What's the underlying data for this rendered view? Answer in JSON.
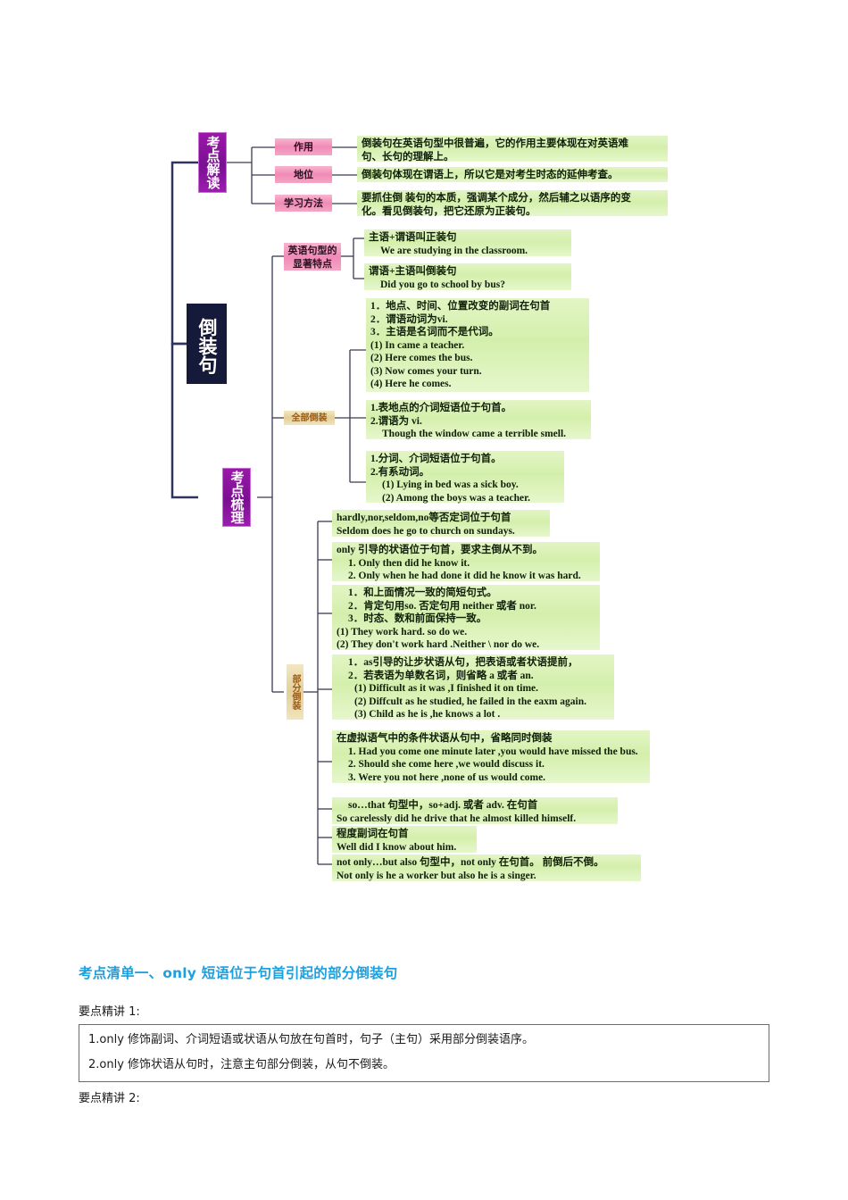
{
  "mindmap": {
    "root": {
      "label": "倒装句"
    },
    "branches": [
      {
        "id": "kaodian-jiedu",
        "label": "考点解读"
      },
      {
        "id": "kaodian-shuli",
        "label": "考点梳理"
      }
    ],
    "labels": {
      "zuoyong": "作用",
      "diwei": "地位",
      "xuexi_fangfa": "学习方法",
      "juxing_tedian": "英语句型的\n显著特点",
      "quanbu_daozhuang": "全部倒装",
      "bufen_daozhuang": "部分倒装"
    },
    "boxes": {
      "zuoyong_text": [
        "倒装句在英语句型中很普遍，它的作用主要体现在对英语难",
        "句、长句的理解上。"
      ],
      "diwei_text": [
        "倒装句体现在谓语上，所以它是对考生时态的延伸考查。"
      ],
      "xuexi_fangfa_text": [
        "要抓住倒 装句的本质，强调某个成分，然后辅之以语序的变",
        "化。看见倒装句，把它还原为正装句。"
      ],
      "zhengzhuang_ju": [
        "主语+谓语叫正装句",
        "We are studying in the classroom."
      ],
      "daozhuang_ju": [
        "谓语+主语叫倒装句",
        "Did you go to school by bus?"
      ],
      "quanbu_1": [
        "1．地点、时间、位置改变的副词在句首",
        "2．谓语动词为vi.",
        "3．主语是名词而不是代词。",
        "(1) In came a teacher.",
        "(2) Here comes the bus.",
        "(3) Now comes your turn.",
        "(4) Here he comes."
      ],
      "quanbu_2": [
        "1.表地点的介词短语位于句首。",
        "2.谓语为 vi.",
        "Though the window came a terrible smell."
      ],
      "quanbu_3": [
        "1.分词、介词短语位于句首。",
        "2.有系动词。",
        "(1) Lying in bed was a sick boy.",
        "(2) Among the boys was a teacher."
      ],
      "bufen_1": [
        "hardly,nor,seldom,no等否定词位于句首",
        "Seldom does he go to church on sundays."
      ],
      "bufen_2": [
        "only 引导的状语位于句首，要求主倒从不到。",
        "1. Only then did he know it.",
        "2. Only when he had done it did he know it was hard."
      ],
      "bufen_3": [
        "1．和上面情况一致的简短句式。",
        "2．肯定句用so. 否定句用 neither 或者 nor.",
        "3．时态、数和前面保持一致。",
        "(1) They work hard. so do we.",
        "(2) They don't work hard .Neither \\ nor do we."
      ],
      "bufen_4": [
        "1．as引导的让步状语从句，把表语或者状语提前，",
        "2．若表语为单数名词，则省略 a 或者 an.",
        "(1) Difficult as it was ,I finished it on time.",
        "(2) Diffcult as he studied, he failed in the eaxm again.",
        "(3) Child as he is ,he knows a lot ."
      ],
      "bufen_5": [
        "在虚拟语气中的条件状语从句中，省略同时倒装",
        "1.  Had you come one minute later ,you would have missed the bus.",
        "2.  Should she come here ,we would discuss it.",
        "3.  Were you not here ,none of  us would come."
      ],
      "bufen_6": [
        "so…that 句型中，so+adj. 或者 adv. 在句首",
        "So carelessly did he drive that he almost killed himself."
      ],
      "bufen_7": [
        "程度副词在句首",
        "Well did I know about him."
      ],
      "bufen_8": [
        "not only…but also  句型中，not only 在句首。 前倒后不倒。",
        "Not only is  he  a worker but also he is a singer."
      ]
    }
  },
  "document": {
    "section_heading": "考点清单一、only 短语位于句首引起的部分倒装句",
    "point_label_1": "要点精讲 1:",
    "rules": [
      "1.only 修饰副词、介词短语或状语从句放在句首时，句子（主句）采用部分倒装语序。",
      "2.only 修饰状语从句时，注意主句部分倒装，从句不倒装。"
    ],
    "point_label_2": "要点精讲 2:"
  },
  "colors": {
    "root_bg": "#161a3a",
    "purple": "#8a14a0",
    "pink": "#f08ab6",
    "tan": "#e3cf9a",
    "green": "#d4efac",
    "heading_blue": "#1BA0E0",
    "connector": "#30335c"
  }
}
